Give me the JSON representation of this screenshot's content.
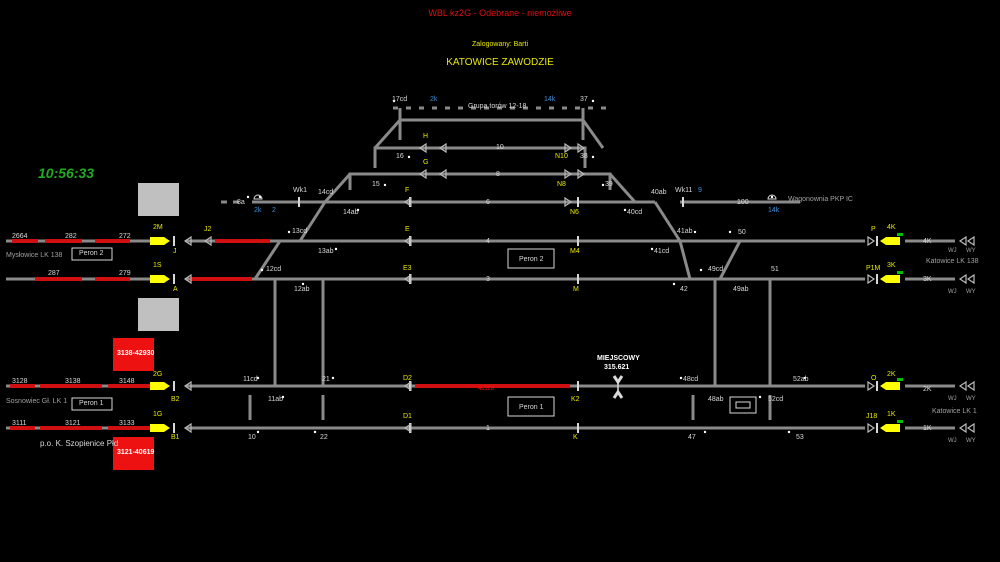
{
  "header": {
    "title": "WBL kz2G - Odebrane - niemożliwe",
    "user": "Zalogowany: Barti",
    "station": "KATOWICE ZAWODZIE",
    "clock": "10:56:33"
  },
  "colors": {
    "background": "#000000",
    "track": "#8a8a8a",
    "occupied": "#d01010",
    "signal_yellow": "#ffff00",
    "signal_green": "#00c000",
    "label_yellow": "#e8e800",
    "label_blue": "#3a8fd8",
    "title_red": "#e01010",
    "clock_green": "#22aa22"
  },
  "groups": {
    "grupa": "Grupa torów 12-18",
    "wagonownia": "Wagonownia PKP IC"
  },
  "lines": {
    "myslowice": "Mysłowice LK 138",
    "katowice138": "Katowice LK 138",
    "sosnowiec": "Sosnowiec Gł. LK 1",
    "katowice1": "Katowice LK 1",
    "szopienice": "p.o. K. Szopienice Płd"
  },
  "platforms": {
    "peron2_left": "Peron 2",
    "peron1_left": "Peron 1",
    "peron2_main": "Peron 2",
    "peron1_main": "Peron 1"
  },
  "trains": {
    "t1": "3138-42930",
    "t2": "3121-40619"
  },
  "miejscowy": {
    "label": "MIEJSCOWY",
    "number": "315.621"
  },
  "tracks": {
    "t10": "10",
    "t8": "8",
    "t6": "6",
    "t4": "4",
    "t3": "3",
    "t21": "21",
    "t41118": "41118",
    "t1": "1",
    "t2664": "2664",
    "t282": "282",
    "t272": "272",
    "t287": "287",
    "t279": "279",
    "t3128": "3128",
    "t3138": "3138",
    "t3148": "3148",
    "t3111": "3111",
    "t3121": "3121",
    "t3133": "3133",
    "t100": "100",
    "t51": "51",
    "t50": "50",
    "t47": "47",
    "t4K": "4K",
    "t3K": "3K",
    "t2K": "2K",
    "t1K": "1K"
  },
  "switches": {
    "s17cd": "17cd",
    "s37": "37",
    "s16": "16",
    "s38": "38",
    "s15": "15",
    "s39": "39",
    "s14cd": "14cd",
    "s14ab": "14ab",
    "s40ab": "40ab",
    "s40cd": "40cd",
    "s13cd": "13cd",
    "s13ab": "13ab",
    "s41ab": "41ab",
    "s41cd": "41cd",
    "s12cd": "12cd",
    "s12ab": "12ab",
    "s49cd": "49cd",
    "s49ab": "49ab",
    "s42": "42",
    "s11cd": "11cd",
    "s11ab": "11ab",
    "s48cd": "48cd",
    "s48ab": "48ab",
    "s52ab": "52ab",
    "s52cd": "52cd",
    "s10": "10",
    "s22": "22",
    "s53": "53",
    "s8a": "8a",
    "sWk1": "Wk1",
    "sWk11": "Wk11"
  },
  "blue_labels": {
    "b2k_top": "2k",
    "b14k_top": "14k",
    "b2k": "2k",
    "b2": "2",
    "b9": "9",
    "b14k": "14k"
  },
  "signals": {
    "H": "H",
    "G": "G",
    "F": "F",
    "E": "E",
    "E3": "E3",
    "D2": "D2",
    "D1": "D1",
    "N10": "N10",
    "N8": "N8",
    "N6": "N6",
    "M4": "M4",
    "M": "M",
    "K2": "K2",
    "K": "K",
    "J2": "J2",
    "J": "J",
    "A": "A",
    "B2": "B2",
    "B1": "B1",
    "P": "P",
    "P1M": "P1M",
    "O": "O",
    "J18": "J18",
    "2M": "2M",
    "1S": "1S",
    "2G": "2G",
    "1G": "1G",
    "4K": "4K",
    "3K": "3K",
    "2K": "2K",
    "1K": "1K"
  },
  "wjwy": {
    "wj": "WJ",
    "wy": "WY"
  }
}
